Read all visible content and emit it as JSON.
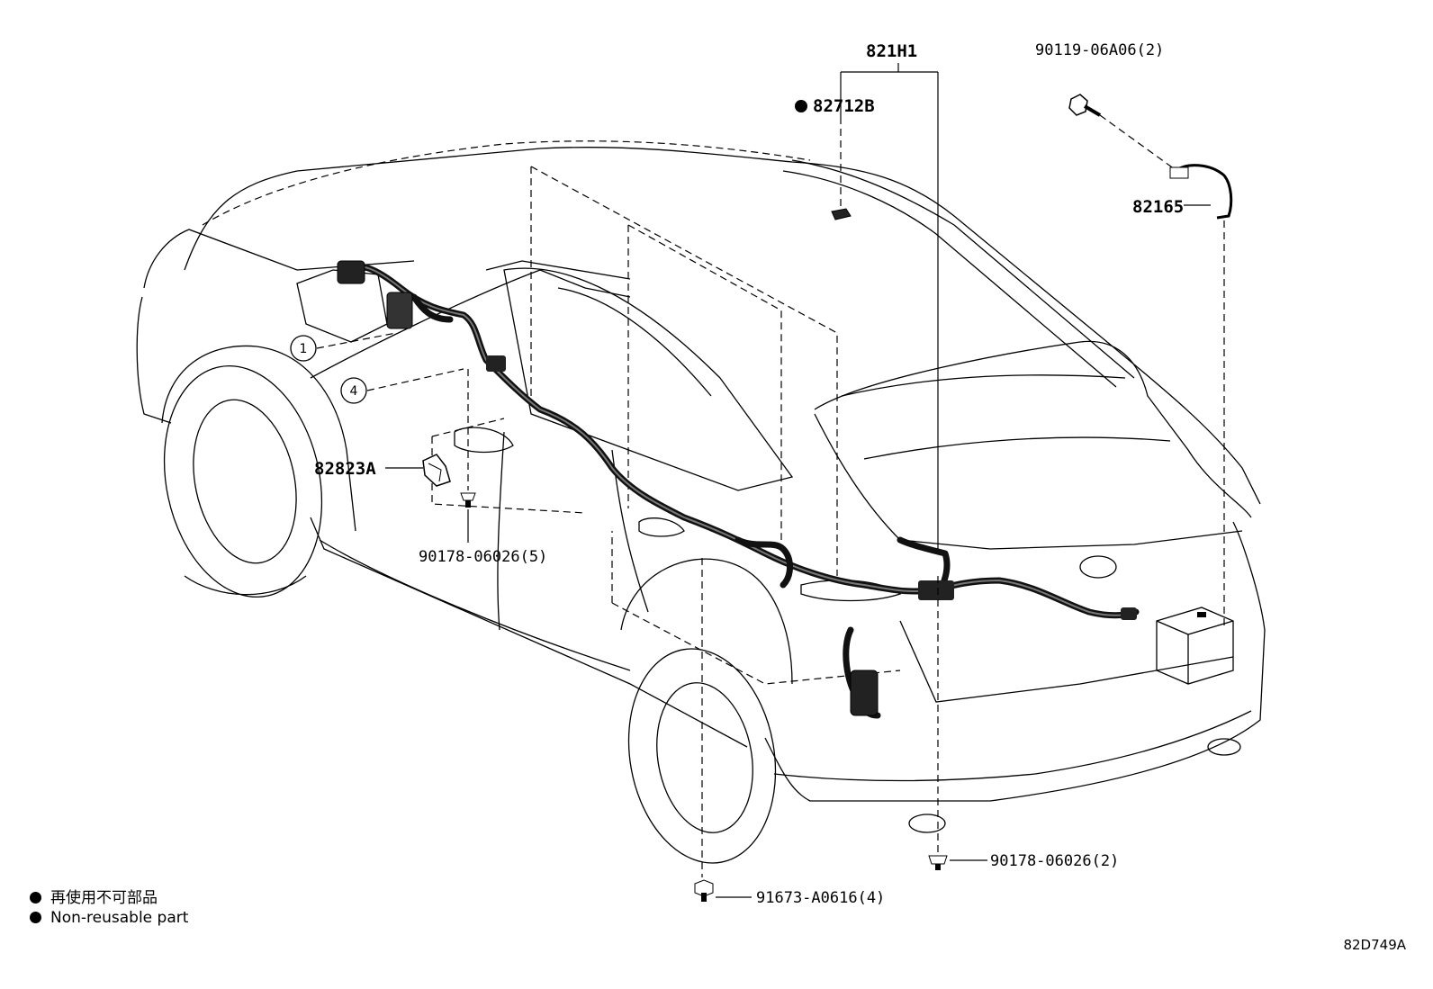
{
  "parts": {
    "harness_821H1": "821H1",
    "clamp_82712B": "82712B",
    "bolt_90119": "90119-06A06(2)",
    "wire_82165": "82165",
    "bracket_82823A": "82823A",
    "clip_90178_5": "90178-06026(5)",
    "clip_90178_2": "90178-06026(2)",
    "bolt_91673": "91673-A0616(4)"
  },
  "callouts": {
    "c1": "1",
    "c4": "4"
  },
  "legend": {
    "japanese": "再使用不可部品",
    "english": "Non-reusable part",
    "symbol": "filled-circle"
  },
  "illustration_code": "82D749A"
}
